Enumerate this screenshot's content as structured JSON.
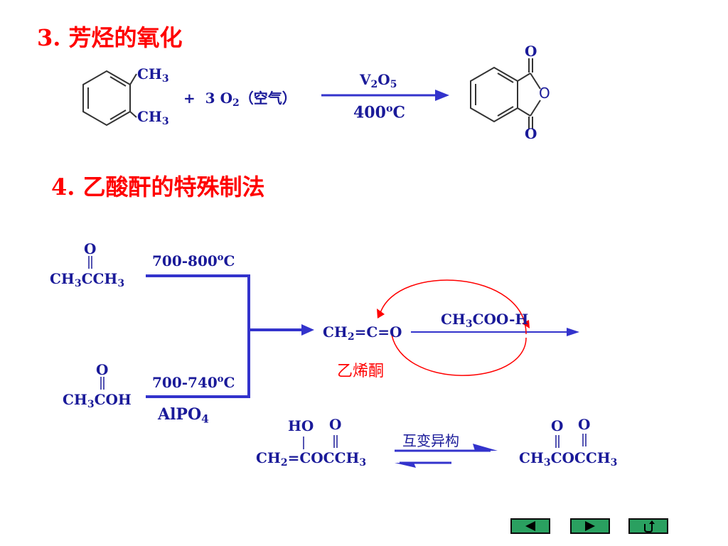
{
  "section3": {
    "heading": "3. 芳烃的氧化",
    "reactant_ch3_top": "CH3",
    "reactant_ch3_bottom": "CH3",
    "plus_o2": "+ 3 O2（空气）",
    "catalyst": "V2O5",
    "temperature": "400oC",
    "product_o_top": "O",
    "product_o_ring": "O",
    "product_o_bottom": "O"
  },
  "section4": {
    "heading": "4.  乙酸酐的特殊制法",
    "acetone_o": "O",
    "acetone_formula": "CH3CCH3",
    "acetone_temp": "700-800oC",
    "acetic_o": "O",
    "acetic_formula": "CH3COH",
    "acetic_temp": "700-740oC",
    "acetic_catalyst": "AlPO4",
    "ketene_formula": "CH2=C=O",
    "ketene_name": "乙烯酮",
    "acetic_acid_reagent": "CH3COO-H",
    "enol_ho": "HO",
    "enol_o": "O",
    "enol_formula": "CH2=COCCH3",
    "tautomer_label": "互变异构",
    "anhydride_o1": "O",
    "anhydride_o2": "O",
    "anhydride_formula": "CH3COCCH3"
  },
  "nav": {
    "prev_icon": "left-triangle",
    "next_icon": "right-triangle",
    "return_icon": "return-arrow"
  },
  "colors": {
    "heading": "#ff0000",
    "chem_text": "#1a1a99",
    "arrow": "#3333cc",
    "nav_button": "#2aa060"
  }
}
